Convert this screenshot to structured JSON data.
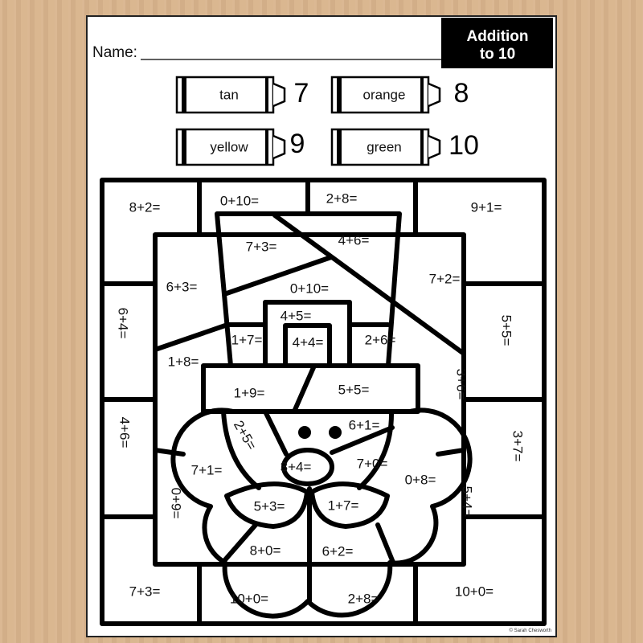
{
  "header": {
    "name_label": "Name:",
    "title_line1": "Addition",
    "title_line2": "to 10"
  },
  "key": [
    {
      "color": "tan",
      "number": "7"
    },
    {
      "color": "orange",
      "number": "8"
    },
    {
      "color": "yellow",
      "number": "9"
    },
    {
      "color": "green",
      "number": "10"
    }
  ],
  "equations": [
    "8+2=",
    "0+10=",
    "2+8=",
    "9+1=",
    "7+3=",
    "4+6=",
    "6+3=",
    "7+2=",
    "0+10=",
    "4+5=",
    "1+7=",
    "4+4=",
    "2+6=",
    "1+8=",
    "1+9=",
    "5+5=",
    "6+1=",
    "7+1=",
    "3+4=",
    "7+0=",
    "0+8=",
    "5+3=",
    "1+7=",
    "8+0=",
    "6+2=",
    "7+3=",
    "10+0=",
    "2+8=",
    "10+0=",
    "6+4=",
    "4+6=",
    "0+9=",
    "5+5=",
    "3+6=",
    "3+7=",
    "5+4=",
    "2+5="
  ],
  "footer": {
    "copyright": "© Sarah Chesworth"
  }
}
